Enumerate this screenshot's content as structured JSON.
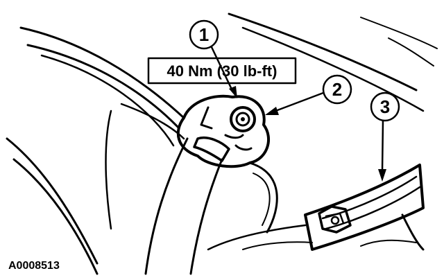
{
  "callouts": [
    {
      "id": "1"
    },
    {
      "id": "2"
    },
    {
      "id": "3"
    }
  ],
  "torque_spec": "40 Nm (30 lb-ft)",
  "figure_id": "A0008513"
}
